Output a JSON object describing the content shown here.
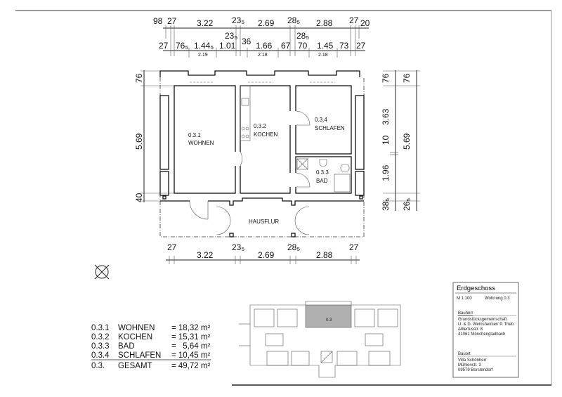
{
  "drawing": {
    "top_dims_row1": [
      "98",
      "27",
      "3.22",
      "23₅",
      "2.69",
      "28₅",
      "2.88",
      "27",
      "20"
    ],
    "top_dims_row2": [
      "27",
      "76₅",
      "1.44₅",
      "1.01",
      "23₅",
      "36",
      "1.66",
      "67",
      "28₅",
      "70",
      "1.45",
      "73",
      "27"
    ],
    "top_dims_sub": [
      "2.19",
      "2.18",
      "2.18"
    ],
    "left_dims": [
      "76",
      "5.69",
      "40"
    ],
    "right_dims_inner": [
      "76",
      "3.63",
      "10",
      "1.96",
      "38₅"
    ],
    "right_dims_outer": [
      "76",
      "5.69",
      "26₅"
    ],
    "bottom_dims": [
      "27",
      "3.22",
      "23₅",
      "2.69",
      "28₅",
      "2.88",
      "27"
    ],
    "rooms": [
      {
        "number": "0.3.1",
        "name": "WOHNEN"
      },
      {
        "number": "0.3.2",
        "name": "KOCHEN"
      },
      {
        "number": "0.3.3",
        "name": "BAD"
      },
      {
        "number": "0.3.4",
        "name": "SCHLAFEN"
      }
    ],
    "corridor": "HAUSFLUR",
    "compass_icon": "north-arrow-icon"
  },
  "area_table": [
    {
      "number": "0.3.1",
      "name": "WOHNEN",
      "area": "= 18,32 m²"
    },
    {
      "number": "0.3.2",
      "name": "KOCHEN",
      "area": "= 15,31 m²"
    },
    {
      "number": "0.3.3",
      "name": "BAD",
      "area": "=   5,64 m²"
    },
    {
      "number": "0.3.4",
      "name": "SCHLAFEN",
      "area": "= 10,45 m²"
    },
    {
      "number": "0.3.",
      "name": "GESAMT",
      "area": "= 49,72 m²"
    }
  ],
  "key_plan": {
    "label": "0.3",
    "highlight_color": "#b0b0b0"
  },
  "title_block": {
    "title": "Erdgeschoss",
    "scale": "M 1:100",
    "unit": "Wohnung 0.3",
    "client_heading": "Bauherr",
    "client_lines": [
      "Grundstücksgemeinschaft",
      "U. & D. Weinsheimer/ P. Trieb",
      "Albertusstr. 8",
      "41061 Mönchengladbach"
    ],
    "site_heading": "Bauort",
    "site_lines": [
      "Villa Schönherr",
      "Mühlenstr. 3",
      "09579 Borstendorf"
    ]
  }
}
